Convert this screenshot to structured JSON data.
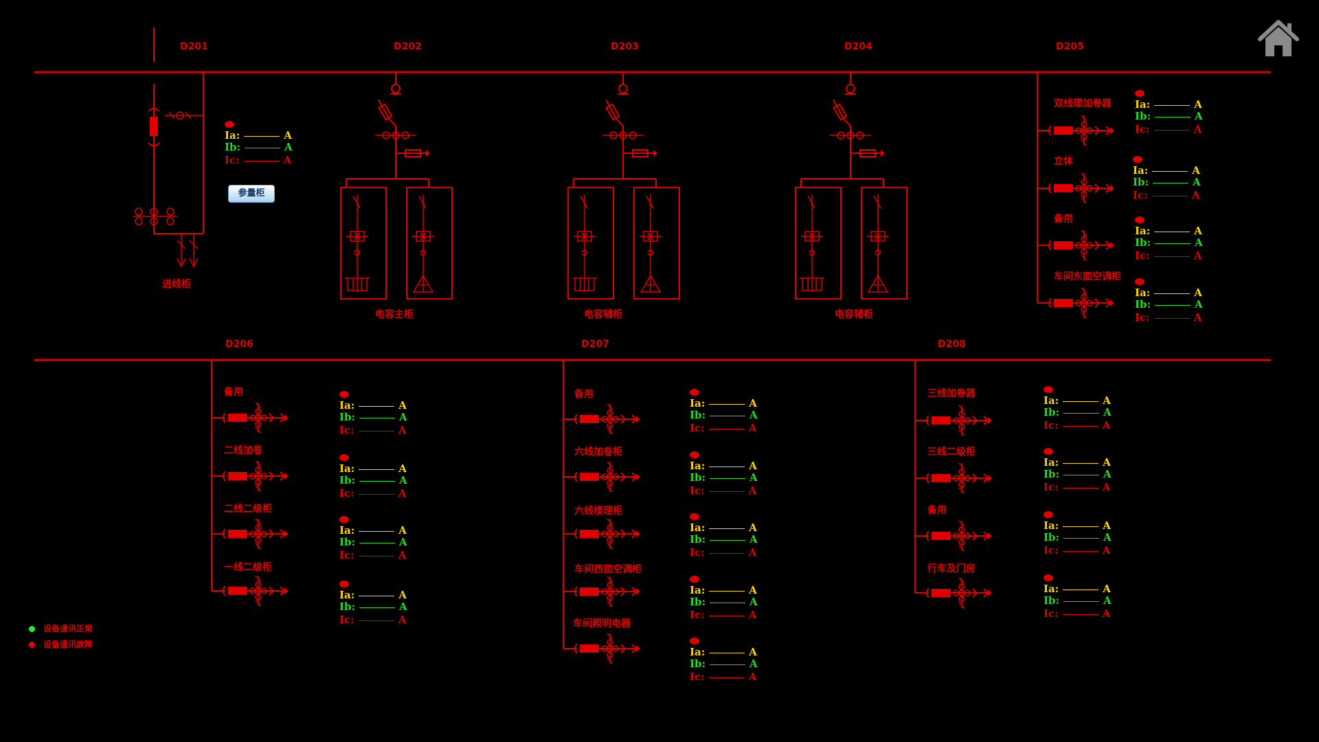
{
  "buses": [
    "D201",
    "D202",
    "D203",
    "D204",
    "D205",
    "D206",
    "D207",
    "D208"
  ],
  "incoming": {
    "label": "进线柜",
    "button": "参量柜"
  },
  "cabinets": [
    "电容主柜",
    "电容辅柜",
    "电容辅柜"
  ],
  "d205_feeders": [
    "双线理加卷器",
    "立体",
    "备用",
    "车间东面空调柜"
  ],
  "d206_feeders": [
    "备用",
    "二线加卷",
    "二线二级柜",
    "一线二级柜"
  ],
  "d207_feeders": [
    "备用",
    "六线加卷柜",
    "六线楼理柜",
    "车间西面空调柜",
    "车间照明电器"
  ],
  "d208_feeders": [
    "三线加卷器",
    "三线二级柜",
    "备用",
    "行车及门房"
  ],
  "meter": {
    "a": "Ia:",
    "b": "Ib:",
    "c": "Ic:",
    "unit": "A"
  },
  "legend": {
    "normal": "设备通讯正常",
    "fault": "设备通讯故障"
  },
  "colors": {
    "line": "#e00000",
    "ia": "#ffd800",
    "ib": "#22dd22",
    "ic": "#dd0000",
    "ok": "#22ee22",
    "bad": "#ee0000"
  },
  "icons": {
    "home": "home-icon"
  }
}
